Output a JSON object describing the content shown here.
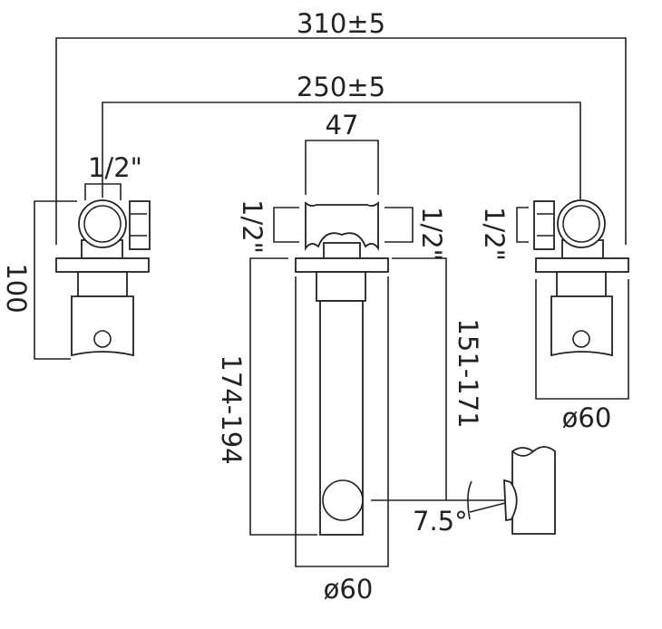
{
  "dimensions": {
    "overall_width": "310±5",
    "valve_spacing": "250±5",
    "spout_body_width": "47",
    "left_valve_inlet": "1/2\"",
    "center_inlet_left": "1/2\"",
    "center_inlet_right": "1/2\"",
    "right_valve_inlet": "1/2\"",
    "valve_height": "100",
    "spout_height_outer": "174-194",
    "spout_height_inner": "151-171",
    "spout_diameter": "ø60",
    "valve_diameter": "ø60",
    "spout_angle": "7.5°"
  },
  "colors": {
    "line": "#222222",
    "background": "#ffffff"
  }
}
